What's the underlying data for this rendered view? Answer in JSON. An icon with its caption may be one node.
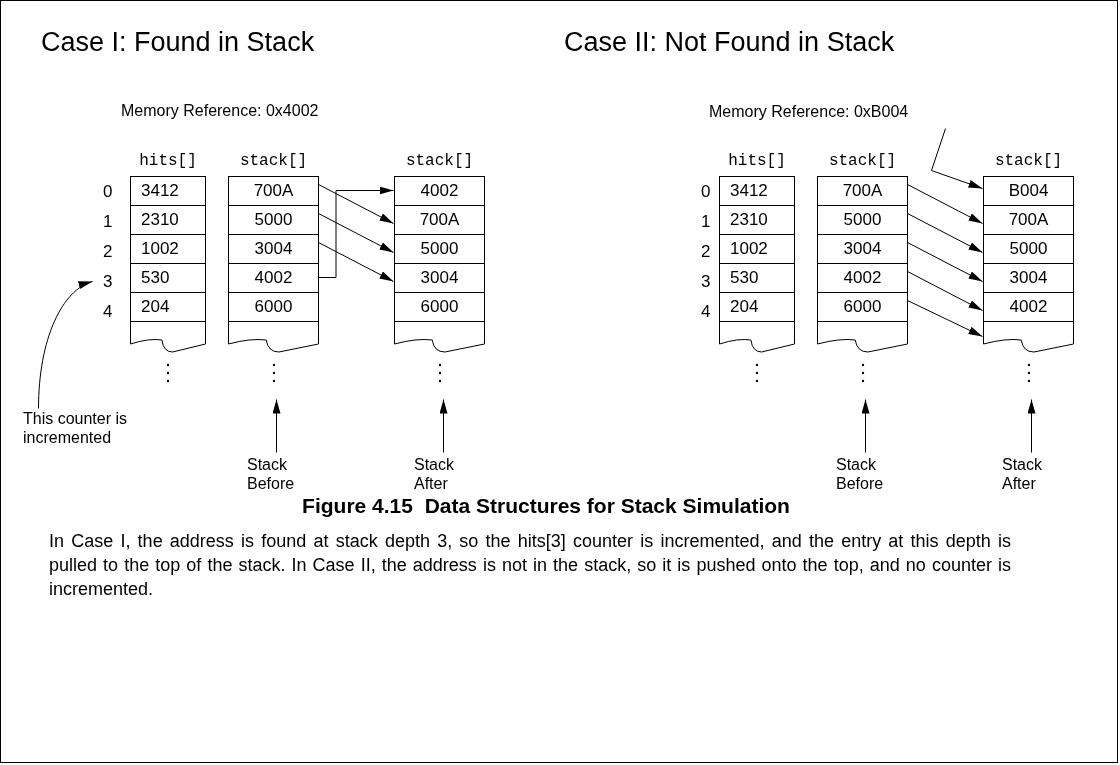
{
  "diagram": {
    "caption": "Figure 4.15  Data Structures for Stack Simulation",
    "nodes": [
      {
        "text": [
          "hits[]"
        ]
      },
      {
        "text": [
          "3412"
        ],
        "in": 0
      },
      {
        "text": [
          "2310"
        ],
        "in": 0
      },
      {
        "text": [
          "1002"
        ],
        "in": 0
      },
      {
        "text": [
          "530"
        ],
        "in": 0
      },
      {
        "text": [
          "204"
        ],
        "in": 0
      },
      {
        "text": [
          "stack[]"
        ]
      },
      {
        "text": [
          "700A"
        ],
        "in": 6
      },
      {
        "text": [
          "5000"
        ],
        "in": 6
      },
      {
        "text": [
          "3004"
        ],
        "in": 6
      },
      {
        "text": [
          "4002"
        ],
        "in": 6
      },
      {
        "text": [
          "6000"
        ],
        "in": 6
      },
      {
        "text": [
          "stack[]"
        ]
      },
      {
        "text": [
          "4002"
        ],
        "in": 12
      },
      {
        "text": [
          "700A"
        ],
        "in": 12
      },
      {
        "text": [
          "5000"
        ],
        "in": 12
      },
      {
        "text": [
          "3004"
        ],
        "in": 12
      },
      {
        "text": [
          "6000"
        ],
        "in": 12
      },
      {
        "text": [
          "3"
        ]
      },
      {
        "text": [
          "This counter is incremented"
        ]
      },
      {
        "text": [
          "Stack Before"
        ]
      },
      {
        "text": [
          "Stack After"
        ]
      },
      {
        "text": [
          "Memory Reference: 0xB004"
        ]
      },
      {
        "text": [
          "hits[]"
        ]
      },
      {
        "text": [
          "3412"
        ],
        "in": 23
      },
      {
        "text": [
          "2310"
        ],
        "in": 23
      },
      {
        "text": [
          "1002"
        ],
        "in": 23
      },
      {
        "text": [
          "530"
        ],
        "in": 23
      },
      {
        "text": [
          "204"
        ],
        "in": 23
      },
      {
        "text": [
          "stack[]"
        ]
      },
      {
        "text": [
          "700A"
        ],
        "in": 29
      },
      {
        "text": [
          "5000"
        ],
        "in": 29
      },
      {
        "text": [
          "3004"
        ],
        "in": 29
      },
      {
        "text": [
          "4002"
        ],
        "in": 29
      },
      {
        "text": [
          "6000"
        ],
        "in": 29
      },
      {
        "text": [
          "stack[]"
        ]
      },
      {
        "text": [
          "B004"
        ],
        "in": 35
      },
      {
        "text": [
          "700A"
        ],
        "in": 35
      },
      {
        "text": [
          "5000"
        ],
        "in": 35
      },
      {
        "text": [
          "3004"
        ],
        "in": 35
      },
      {
        "text": [
          "4002"
        ],
        "in": 35
      },
      {
        "text": [
          "Stack Before"
        ]
      },
      {
        "text": [
          "Stack After"
        ]
      }
    ],
    "edges": [
      {
        "from": 7,
        "to": 14,
        "arrow": "to"
      },
      {
        "from": 8,
        "to": 15,
        "arrow": "to"
      },
      {
        "from": 9,
        "to": 16,
        "arrow": "to"
      },
      {
        "from": 10,
        "to": 13,
        "arrow": "to"
      },
      {
        "from": 19,
        "to": 18,
        "arrow": "to"
      },
      {
        "from": 20,
        "to": 6,
        "arrow": "to"
      },
      {
        "from": 21,
        "to": 12,
        "arrow": "to"
      },
      {
        "from": 22,
        "to": 36,
        "arrow": "to"
      },
      {
        "from": 30,
        "to": 37,
        "arrow": "to"
      },
      {
        "from": 31,
        "to": 38,
        "arrow": "to"
      },
      {
        "from": 32,
        "to": 39,
        "arrow": "to"
      },
      {
        "from": 33,
        "to": 40,
        "arrow": "to"
      },
      {
        "from": 34,
        "to": 35,
        "arrow": "to"
      },
      {
        "from": 41,
        "to": 29,
        "arrow": "to"
      },
      {
        "from": 42,
        "to": 35,
        "arrow": "to"
      }
    ],
    "labels": [
      "Case I: Found in Stack",
      "Case II: Not Found in Stack",
      "Memory Reference: 0x4002",
      "0",
      "1",
      "2",
      "4",
      "0",
      "1",
      "2",
      "3",
      "4",
      "In Case I, the address is found at stack depth 3, so the hits[3] counter is incremented, and the entry at this depth is pulled to the top of the stack. In Case II, the address is not in the stack, so it is pushed onto the top, and no counter is incremented."
    ]
  }
}
